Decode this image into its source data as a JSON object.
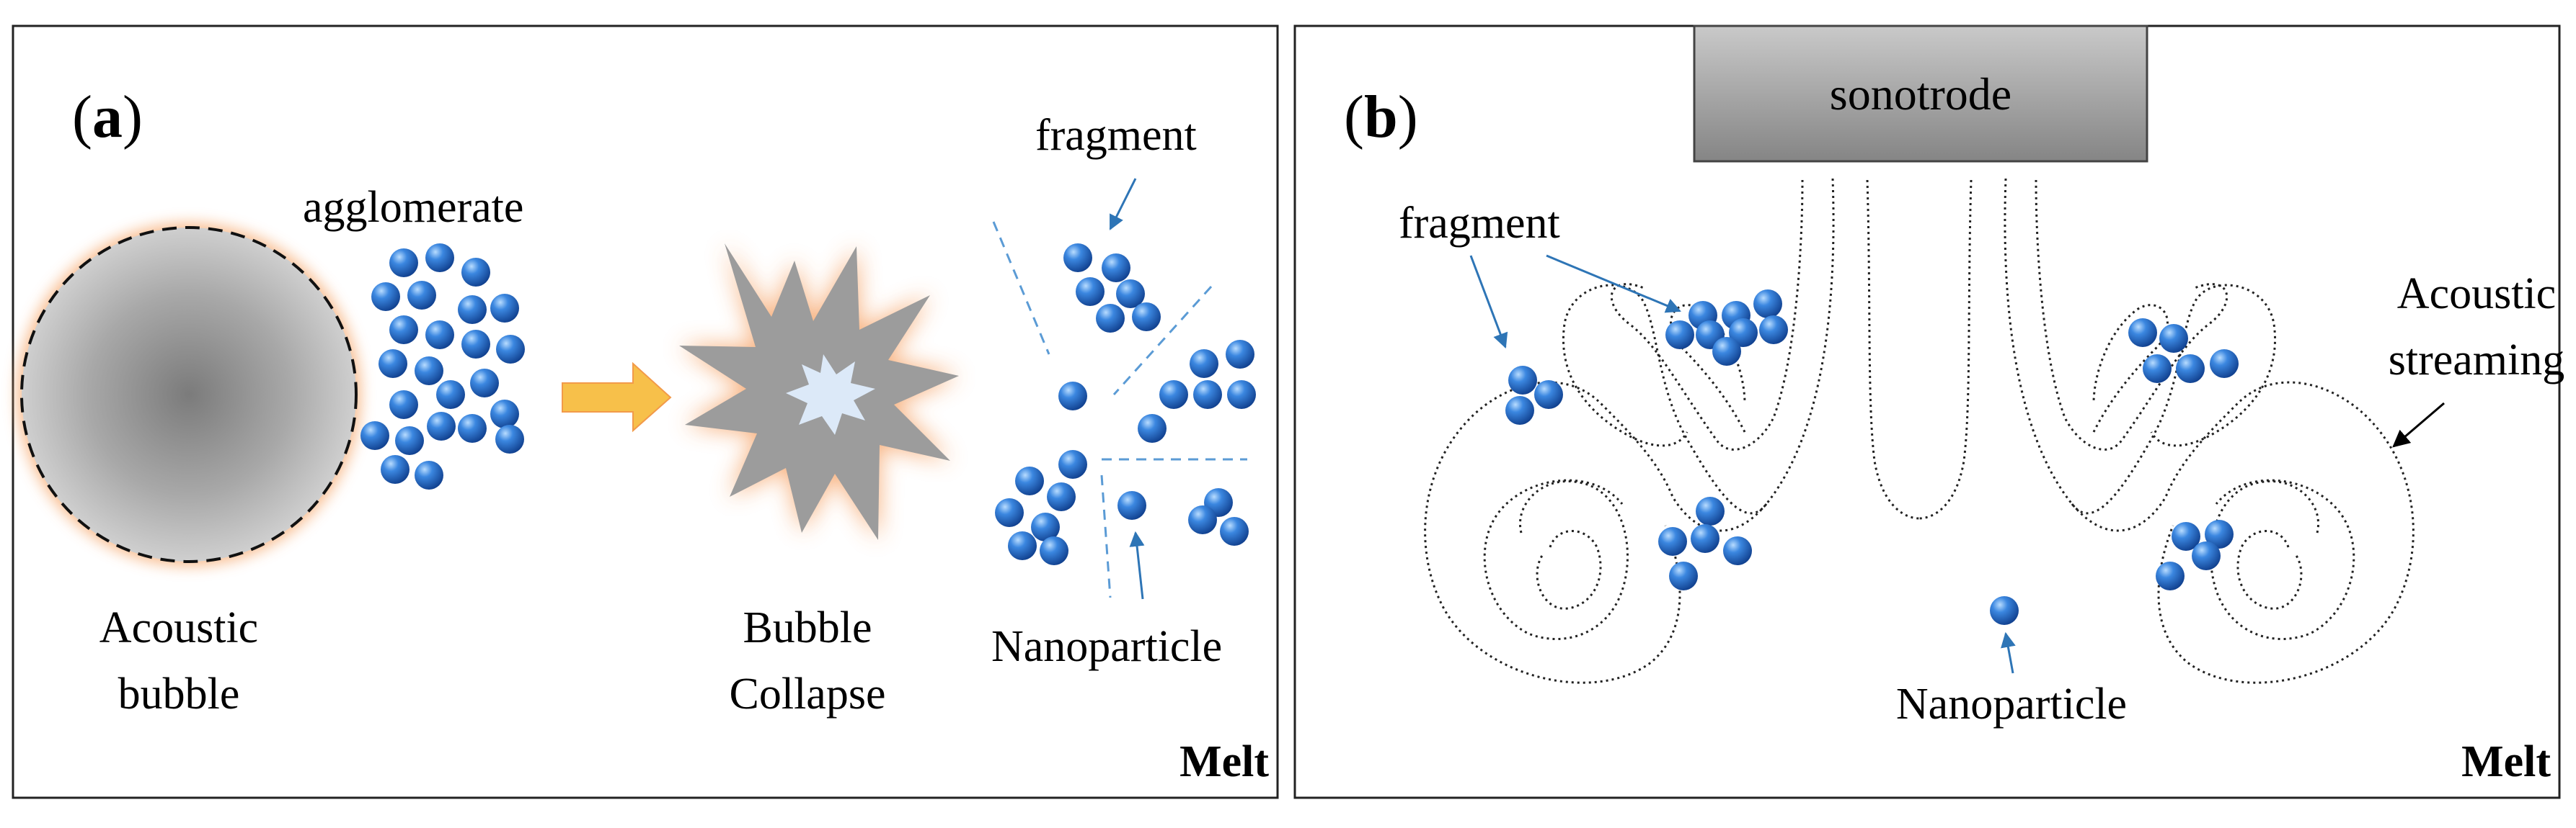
{
  "panel_a": {
    "label_open": "(",
    "label_letter": "a",
    "label_close": ")",
    "agglomerate": "agglomerate",
    "bubble_line1": "Acoustic",
    "bubble_line2": "bubble",
    "collapse_line1": "Bubble",
    "collapse_line2": "Collapse",
    "fragment": "fragment",
    "nanoparticle": "Nanoparticle",
    "melt": "Melt"
  },
  "panel_b": {
    "label_open": "(",
    "label_letter": "b",
    "label_close": ")",
    "sonotrode": "sonotrode",
    "fragment": "fragment",
    "streaming_line1": "Acoustic",
    "streaming_line2": "streaming",
    "nanoparticle": "Nanoparticle",
    "melt": "Melt"
  },
  "colors": {
    "particle": "#2266c8",
    "arrow_blue": "#2e75b6",
    "glow": "#f5a36a",
    "block_arrow": "#f7c04a"
  }
}
